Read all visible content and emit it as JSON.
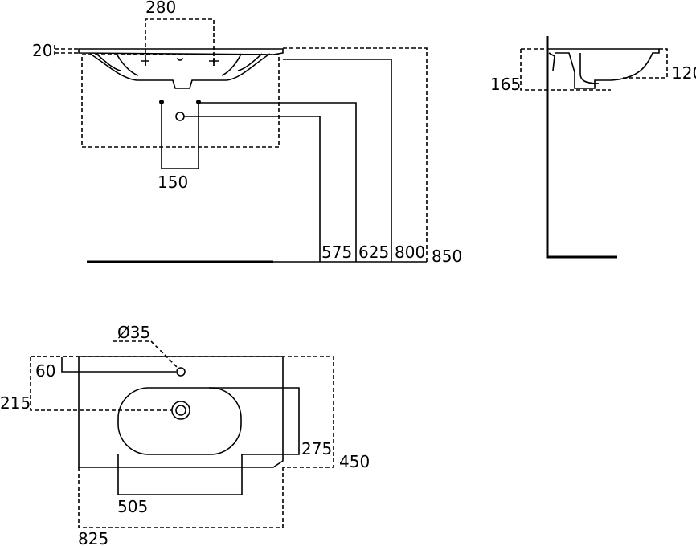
{
  "front_view": {
    "dims": {
      "tap_spacing": "280",
      "rim_thickness": "20",
      "waste_spacing": "150",
      "h575": "575",
      "h625": "625",
      "h800": "800",
      "h850": "850"
    }
  },
  "side_view": {
    "dims": {
      "depth_165": "165",
      "depth_120": "120"
    }
  },
  "plan_view": {
    "dims": {
      "tap_hole_diameter": "Ø35",
      "tap_hole_offset": "60",
      "waste_offset": "215",
      "bowl_depth": "275",
      "overall_depth": "450",
      "bowl_width": "505",
      "overall_width": "825"
    }
  }
}
